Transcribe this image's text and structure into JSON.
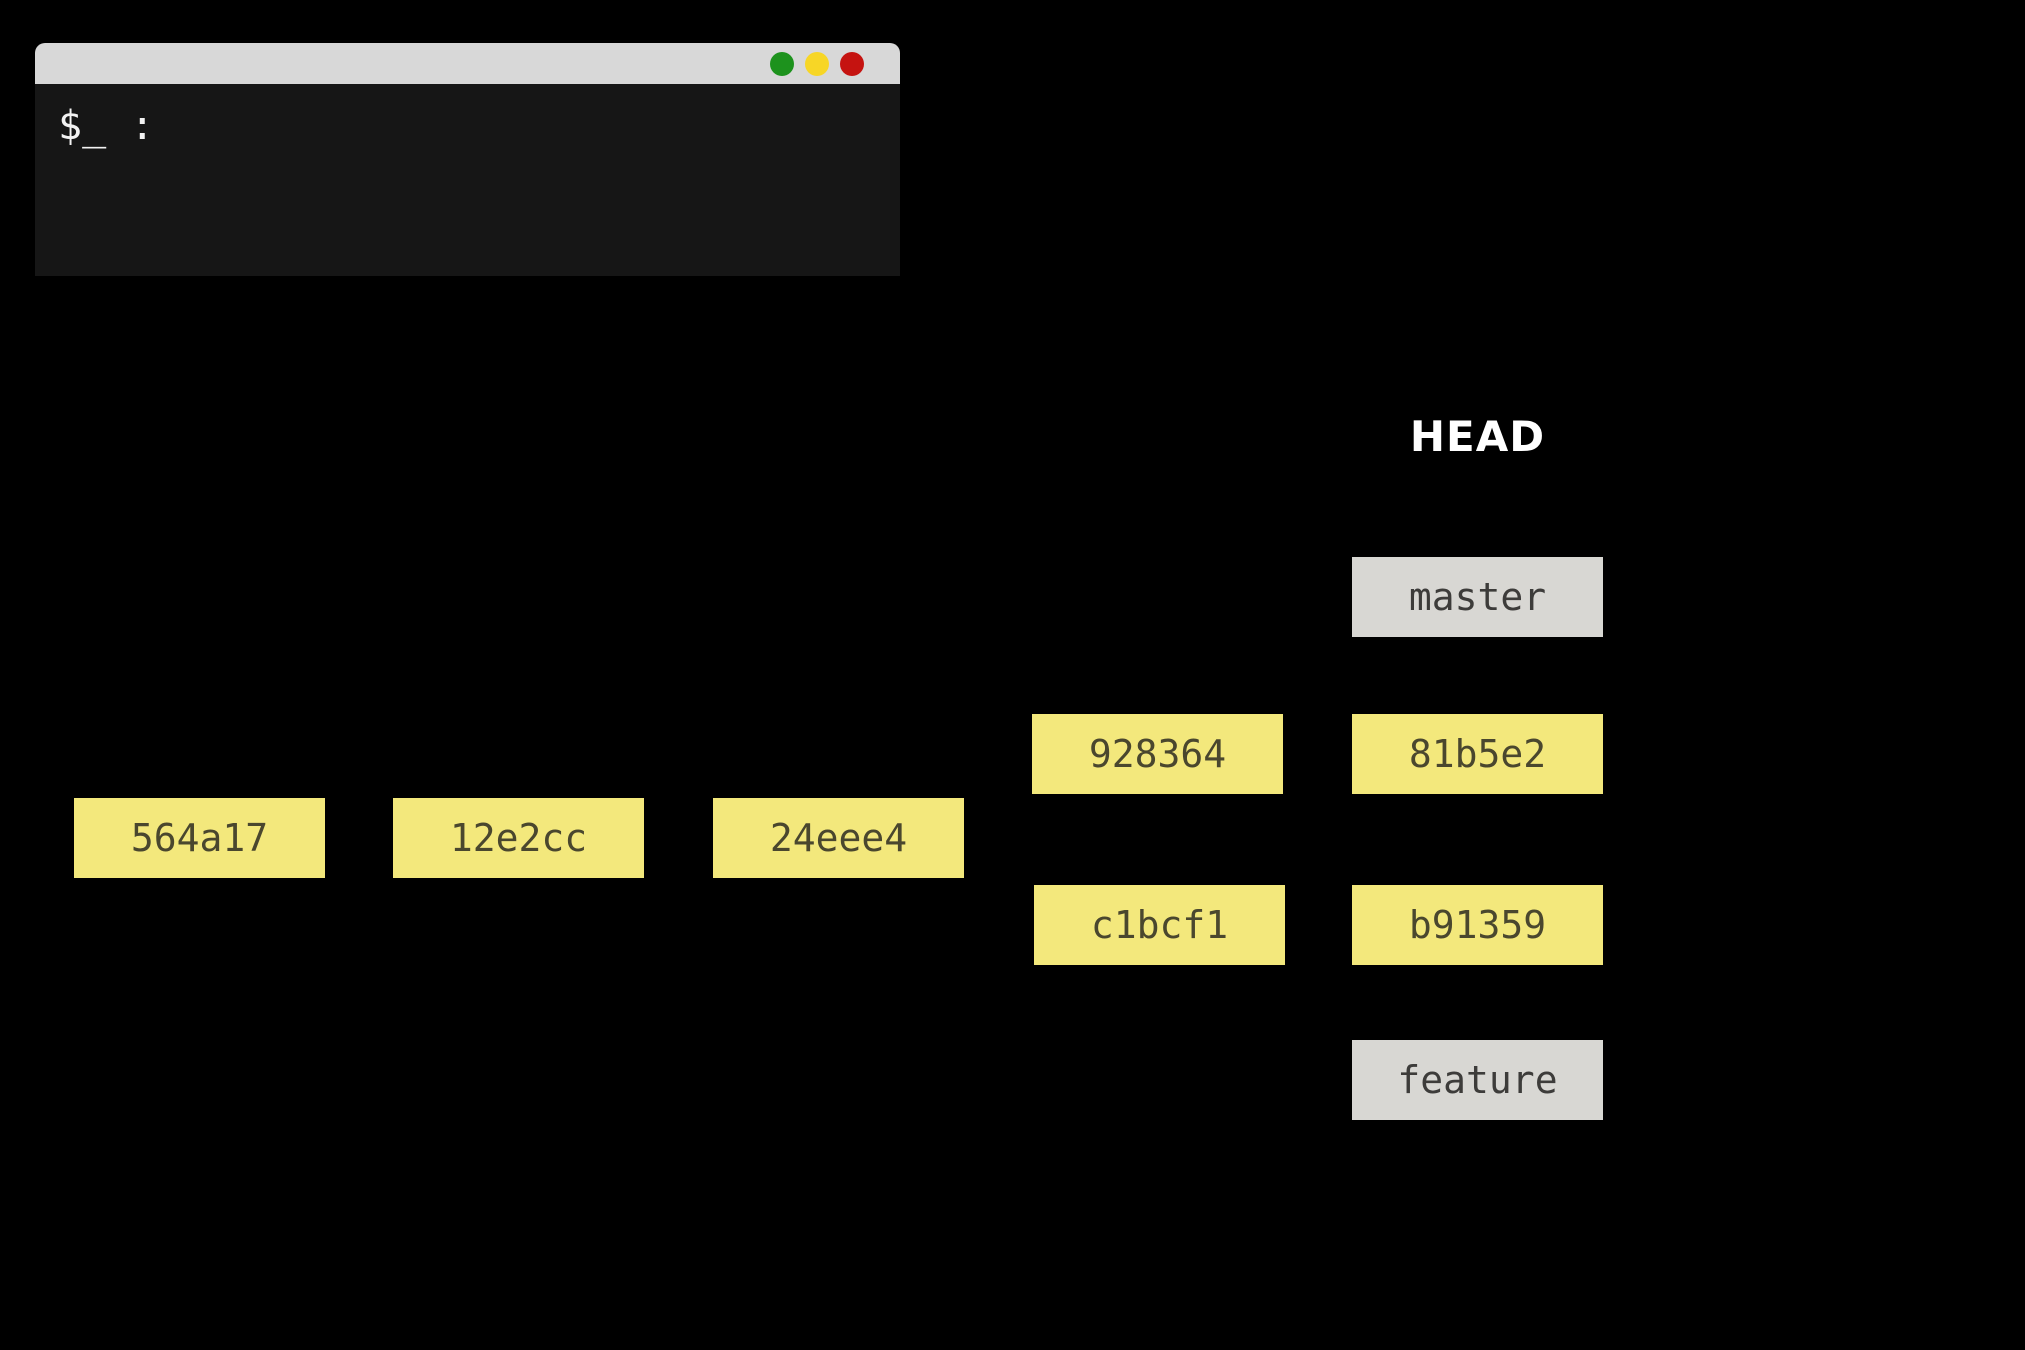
{
  "terminal": {
    "prompt": "$_ :",
    "window_controls": [
      {
        "name": "green-window-button",
        "color": "#1d921d"
      },
      {
        "name": "yellow-window-button",
        "color": "#f7d626"
      },
      {
        "name": "red-window-button",
        "color": "#c51310"
      }
    ]
  },
  "graph": {
    "head_label": "HEAD",
    "branches": [
      {
        "name": "master",
        "points_to": "81b5e2"
      },
      {
        "name": "feature",
        "points_to": "b91359"
      }
    ],
    "commits": [
      {
        "id": "564a17"
      },
      {
        "id": "12e2cc"
      },
      {
        "id": "24eee4"
      },
      {
        "id": "928364"
      },
      {
        "id": "81b5e2"
      },
      {
        "id": "c1bcf1"
      },
      {
        "id": "b91359"
      }
    ]
  },
  "colors": {
    "background": "#000000",
    "terminal_titlebar": "#d8d8d8",
    "terminal_body": "#161616",
    "terminal_text": "#f2f2f2",
    "commit_box_bg": "#f3e87c",
    "commit_box_text": "#4a472e",
    "branch_box_bg": "#d8d7d3",
    "branch_box_text": "#3d3c3a",
    "head_text": "#ffffff"
  }
}
